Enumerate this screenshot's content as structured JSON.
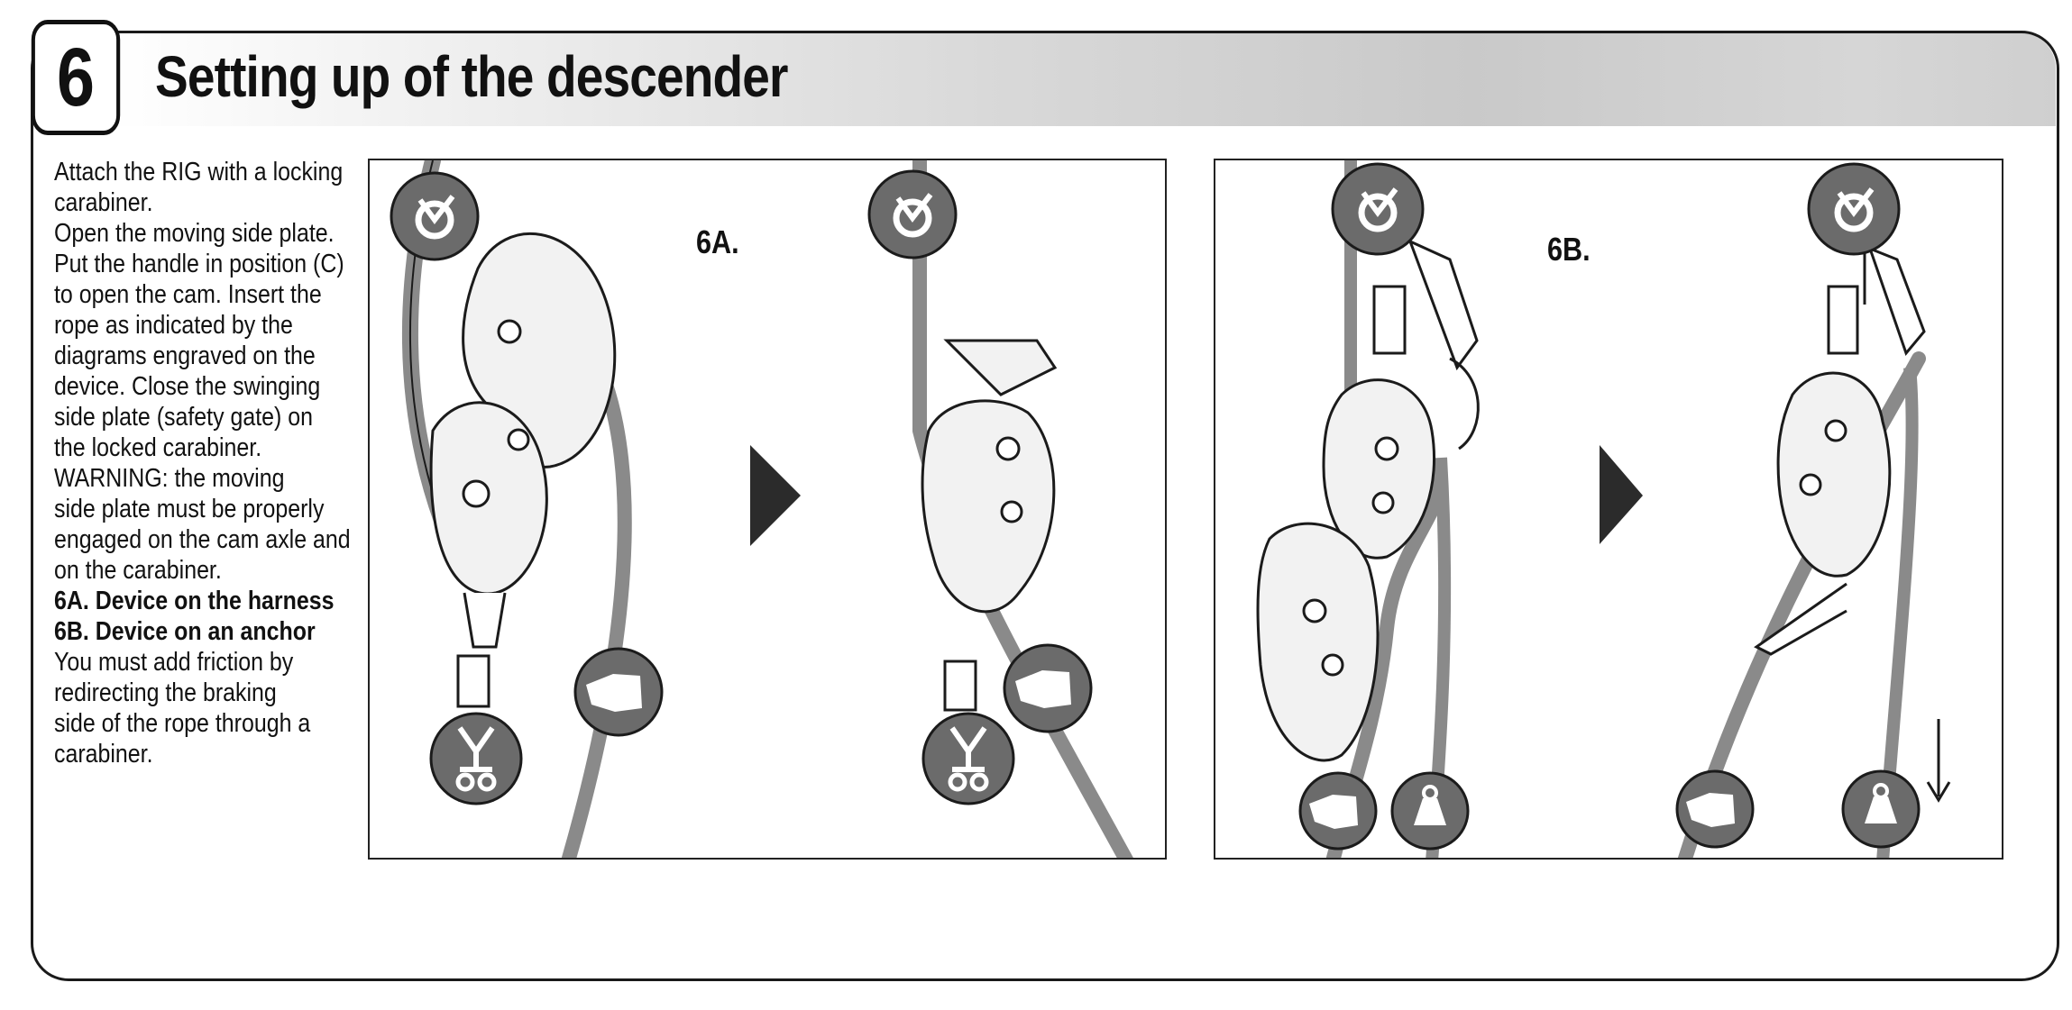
{
  "section": {
    "number": "6",
    "title": "Setting up of the descender"
  },
  "instructions": [
    {
      "text": "Attach the RIG with a locking",
      "bold": false
    },
    {
      "text": "carabiner.",
      "bold": false
    },
    {
      "text": "Open the moving side plate.",
      "bold": false
    },
    {
      "text": "Put the handle in position (C)",
      "bold": false
    },
    {
      "text": "to open the cam. Insert the",
      "bold": false
    },
    {
      "text": "rope as indicated by the",
      "bold": false
    },
    {
      "text": "diagrams engraved on the",
      "bold": false
    },
    {
      "text": "device. Close the swinging",
      "bold": false
    },
    {
      "text": "side plate (safety gate) on",
      "bold": false
    },
    {
      "text": "the locked carabiner.",
      "bold": false
    },
    {
      "text": "WARNING: the moving",
      "bold": false
    },
    {
      "text": "side plate must be properly",
      "bold": false
    },
    {
      "text": "engaged on the cam axle and",
      "bold": false
    },
    {
      "text": "on the carabiner.",
      "bold": false
    },
    {
      "text": "6A. Device on the harness",
      "bold": true
    },
    {
      "text": "6B. Device on an anchor",
      "bold": true
    },
    {
      "text": "You must add friction by",
      "bold": false
    },
    {
      "text": "redirecting the braking",
      "bold": false
    },
    {
      "text": "side of the rope through a",
      "bold": false
    },
    {
      "text": "carabiner.",
      "bold": false
    }
  ],
  "panels": {
    "a_label": "6A.",
    "b_label": "6B."
  },
  "icons": {
    "anchor": "anchor-symbol-icon",
    "harness": "harness-symbol-icon",
    "hand": "brake-hand-icon",
    "load": "load-weight-icon",
    "arrow": "triangle-right-arrow-icon",
    "down": "down-arrow-icon"
  },
  "colors": {
    "badge": "#6b6b6b",
    "rope": "#8a8a8a",
    "device": "#f2f2f2",
    "stroke": "#1b1b1b"
  }
}
